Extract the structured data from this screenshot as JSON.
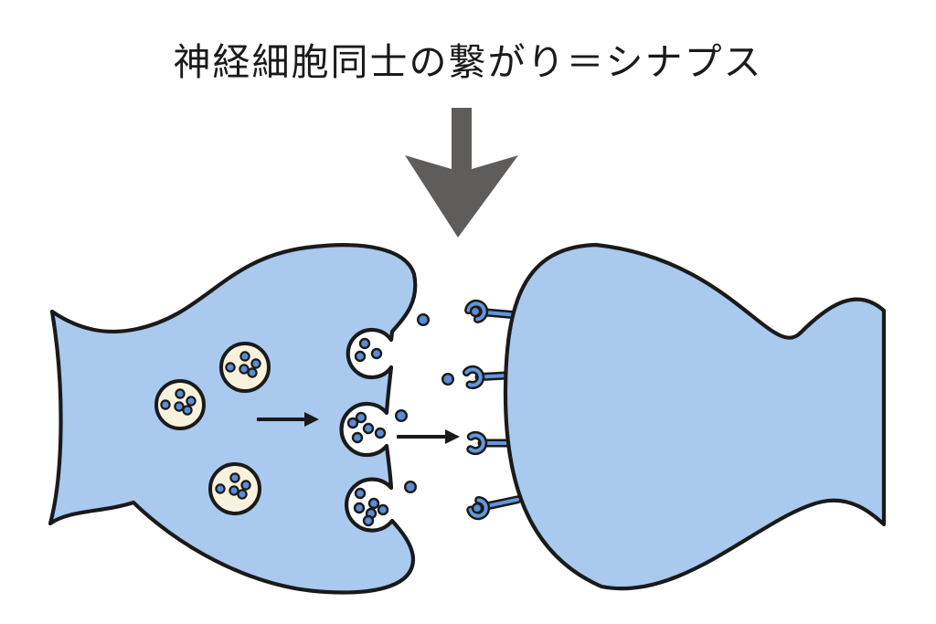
{
  "title": {
    "text": "神経細胞同士の繋がり＝シナプス"
  },
  "icons": {
    "header_arrow": "down-arrow-icon",
    "flow_arrows": "right-arrow-icon"
  },
  "colors": {
    "neuron_fill": "#A9C9EE",
    "outline": "#1A1A1A",
    "vesicle_fill": "#F8F2DC",
    "dot_fill": "#5B8DD3",
    "receptor_fill": "#6297DB",
    "gray_arrow": "#5F5C5C",
    "background": "#FFFFFF",
    "white": "#FFFFFF"
  },
  "diagram": {
    "presynaptic_terminal": {
      "synaptic_vesicles": 3,
      "dots_per_vesicle": 5,
      "fusing_membrane_vesicles": 3,
      "fusing_vesicle_dot_counts": [
        3,
        5,
        6
      ]
    },
    "synaptic_cleft": {
      "free_neurotransmitter_dots": 4,
      "right_arrows": 2
    },
    "postsynaptic_neuron": {
      "receptors": 4,
      "receptors_with_bound_neurotransmitter": 2
    }
  }
}
